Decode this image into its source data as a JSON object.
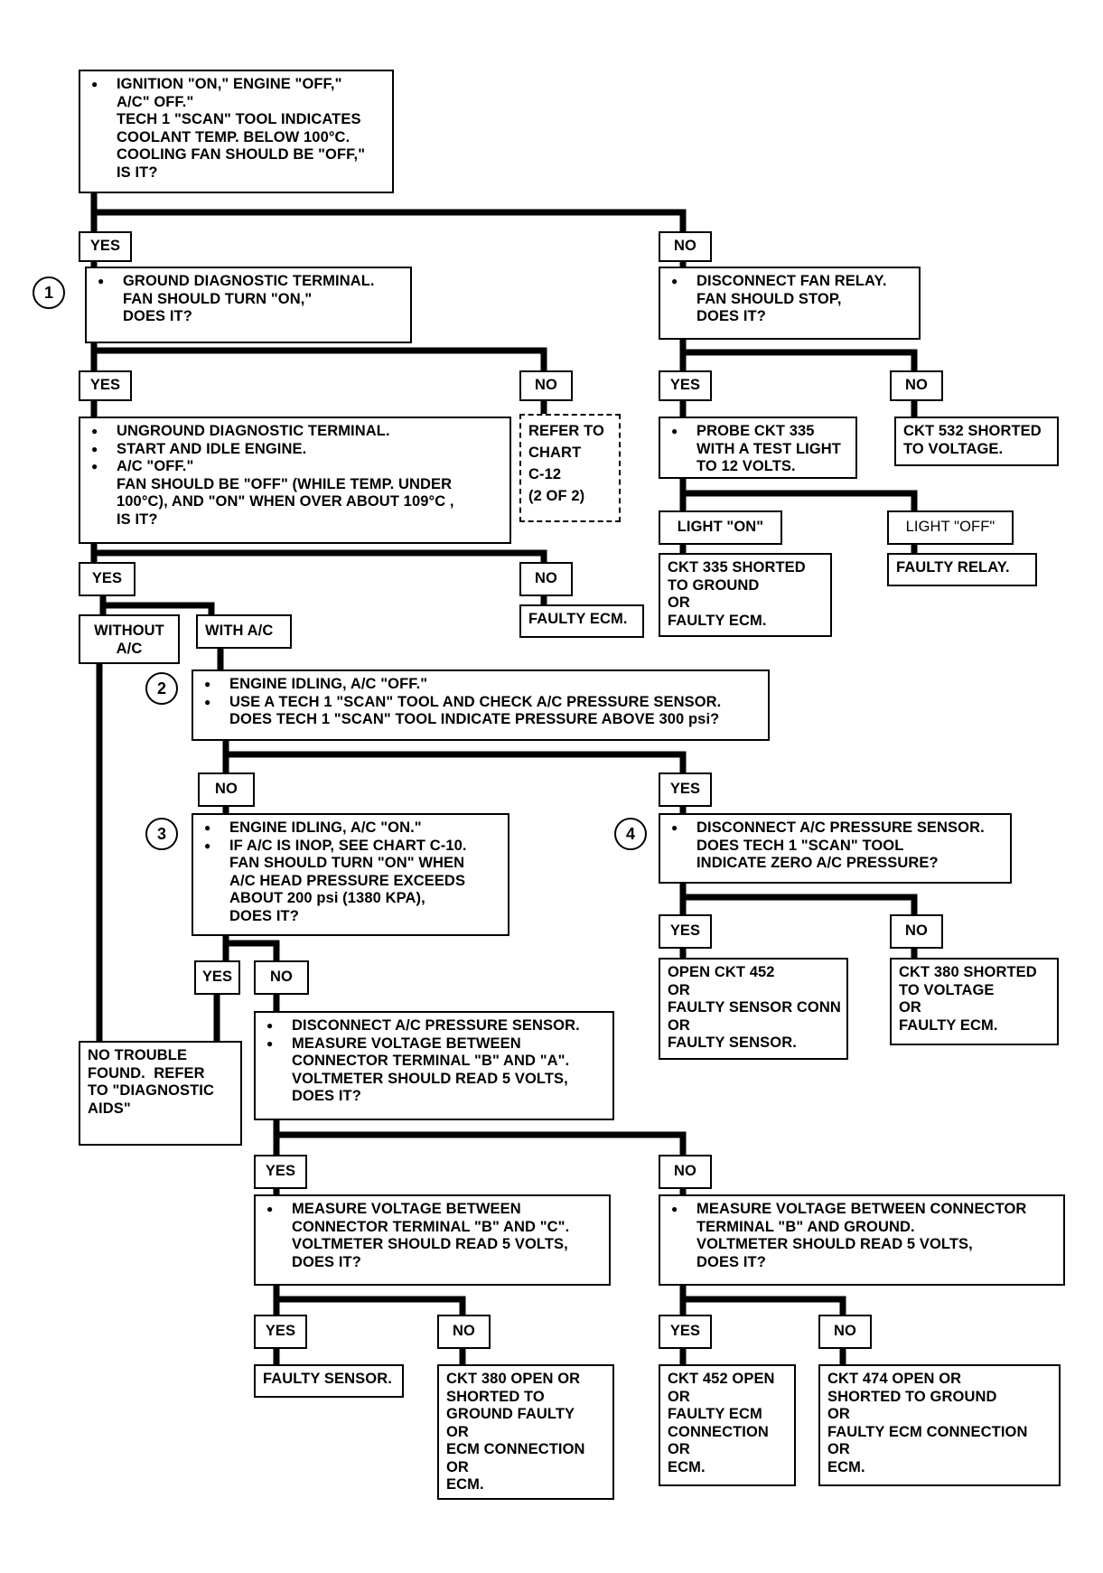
{
  "step_markers": [
    "1",
    "2",
    "3",
    "4"
  ],
  "labels": {
    "yes": "YES",
    "no": "NO",
    "light_on": "LIGHT \"ON\"",
    "light_off": "LIGHT \"OFF\"",
    "without_ac": [
      "WITHOUT",
      "A/C"
    ],
    "with_ac": "WITH A/C"
  },
  "boxes": {
    "start": [
      {
        "b": true,
        "t": "IGNITION \"ON,\" ENGINE \"OFF,\""
      },
      {
        "b": false,
        "t": "A/C\" OFF.\""
      },
      {
        "b": false,
        "t": "TECH 1 \"SCAN\" TOOL INDICATES"
      },
      {
        "b": false,
        "t": "COOLANT TEMP. BELOW 100°C."
      },
      {
        "b": false,
        "t": "COOLING FAN SHOULD BE \"OFF,\""
      },
      {
        "b": false,
        "t": "IS IT?"
      }
    ],
    "ground_diag": [
      {
        "b": true,
        "t": "GROUND DIAGNOSTIC TERMINAL."
      },
      {
        "b": false,
        "t": "FAN SHOULD TURN \"ON,\""
      },
      {
        "b": false,
        "t": "DOES IT?"
      }
    ],
    "disconnect_relay": [
      {
        "b": true,
        "t": "DISCONNECT FAN RELAY."
      },
      {
        "b": false,
        "t": "FAN SHOULD STOP,"
      },
      {
        "b": false,
        "t": "DOES IT?"
      }
    ],
    "unground": [
      {
        "b": true,
        "t": "UNGROUND DIAGNOSTIC TERMINAL."
      },
      {
        "b": true,
        "t": "START AND IDLE ENGINE."
      },
      {
        "b": true,
        "t": "A/C \"OFF.\""
      },
      {
        "b": false,
        "t": "FAN SHOULD BE \"OFF\" (WHILE TEMP. UNDER"
      },
      {
        "b": false,
        "t": "100°C), AND \"ON\" WHEN OVER ABOUT 109°C ,"
      },
      {
        "b": false,
        "t": "IS IT?"
      }
    ],
    "refer_c12": [
      "REFER TO",
      "CHART",
      "C-12",
      "(2 OF 2)"
    ],
    "probe_ckt335": [
      {
        "b": true,
        "t": "PROBE CKT 335"
      },
      {
        "b": false,
        "t": "WITH A TEST LIGHT"
      },
      {
        "b": false,
        "t": "TO 12 VOLTS."
      }
    ],
    "ckt532": [
      "CKT 532 SHORTED",
      "TO VOLTAGE."
    ],
    "ckt335_ground": [
      "CKT 335 SHORTED",
      "TO GROUND",
      "OR",
      "FAULTY ECM."
    ],
    "faulty_relay": [
      "FAULTY RELAY."
    ],
    "faulty_ecm": [
      "FAULTY ECM."
    ],
    "idle_ac_off": [
      {
        "b": true,
        "t": "ENGINE IDLING, A/C \"OFF.\""
      },
      {
        "b": true,
        "t": "USE A TECH 1 \"SCAN\" TOOL AND CHECK A/C PRESSURE SENSOR."
      },
      {
        "b": false,
        "t": "DOES TECH 1 \"SCAN\" TOOL INDICATE PRESSURE ABOVE 300 psi?"
      }
    ],
    "idle_ac_on": [
      {
        "b": true,
        "t": "ENGINE IDLING, A/C \"ON.\""
      },
      {
        "b": true,
        "t": "IF A/C IS INOP, SEE CHART C-10."
      },
      {
        "b": false,
        "t": "FAN SHOULD TURN \"ON\" WHEN"
      },
      {
        "b": false,
        "t": "A/C HEAD PRESSURE EXCEEDS"
      },
      {
        "b": false,
        "t": "ABOUT 200 psi (1380 KPA),"
      },
      {
        "b": false,
        "t": "DOES IT?"
      }
    ],
    "disconnect_sensor_zero": [
      {
        "b": true,
        "t": "DISCONNECT A/C PRESSURE SENSOR."
      },
      {
        "b": false,
        "t": "DOES TECH 1 \"SCAN\" TOOL"
      },
      {
        "b": false,
        "t": "INDICATE ZERO A/C PRESSURE?"
      }
    ],
    "open_ckt452": [
      "OPEN CKT 452",
      "OR",
      "FAULTY SENSOR CONN",
      "OR",
      "FAULTY SENSOR."
    ],
    "ckt380_voltage": [
      "CKT 380 SHORTED",
      "TO VOLTAGE",
      "OR",
      "FAULTY ECM."
    ],
    "no_trouble": [
      "NO TROUBLE",
      "FOUND.  REFER",
      "TO \"DIAGNOSTIC",
      "AIDS\""
    ],
    "measure_ba": [
      {
        "b": true,
        "t": "DISCONNECT A/C PRESSURE SENSOR."
      },
      {
        "b": true,
        "t": "MEASURE VOLTAGE BETWEEN"
      },
      {
        "b": false,
        "t": "CONNECTOR TERMINAL \"B\" AND \"A\"."
      },
      {
        "b": false,
        "t": "VOLTMETER SHOULD READ 5 VOLTS,"
      },
      {
        "b": false,
        "t": "DOES IT?"
      }
    ],
    "measure_bc": [
      {
        "b": true,
        "t": "MEASURE VOLTAGE BETWEEN"
      },
      {
        "b": false,
        "t": "CONNECTOR TERMINAL \"B\" AND \"C\"."
      },
      {
        "b": false,
        "t": "VOLTMETER SHOULD READ 5 VOLTS,"
      },
      {
        "b": false,
        "t": "DOES IT?"
      }
    ],
    "measure_bground": [
      {
        "b": true,
        "t": "MEASURE VOLTAGE BETWEEN CONNECTOR"
      },
      {
        "b": false,
        "t": "TERMINAL \"B\" AND GROUND."
      },
      {
        "b": false,
        "t": "VOLTMETER SHOULD READ 5 VOLTS,"
      },
      {
        "b": false,
        "t": "DOES IT?"
      }
    ],
    "faulty_sensor": [
      "FAULTY SENSOR."
    ],
    "ckt380_open": [
      "CKT 380 OPEN OR",
      "SHORTED TO",
      "GROUND FAULTY",
      "OR",
      "ECM CONNECTION",
      "OR",
      "ECM."
    ],
    "ckt452_open": [
      "CKT 452 OPEN",
      "OR",
      "FAULTY ECM",
      "CONNECTION",
      "OR",
      "ECM."
    ],
    "ckt474_open": [
      "CKT 474 OPEN OR",
      "SHORTED TO GROUND",
      "OR",
      "FAULTY ECM CONNECTION",
      "OR",
      "ECM."
    ]
  }
}
